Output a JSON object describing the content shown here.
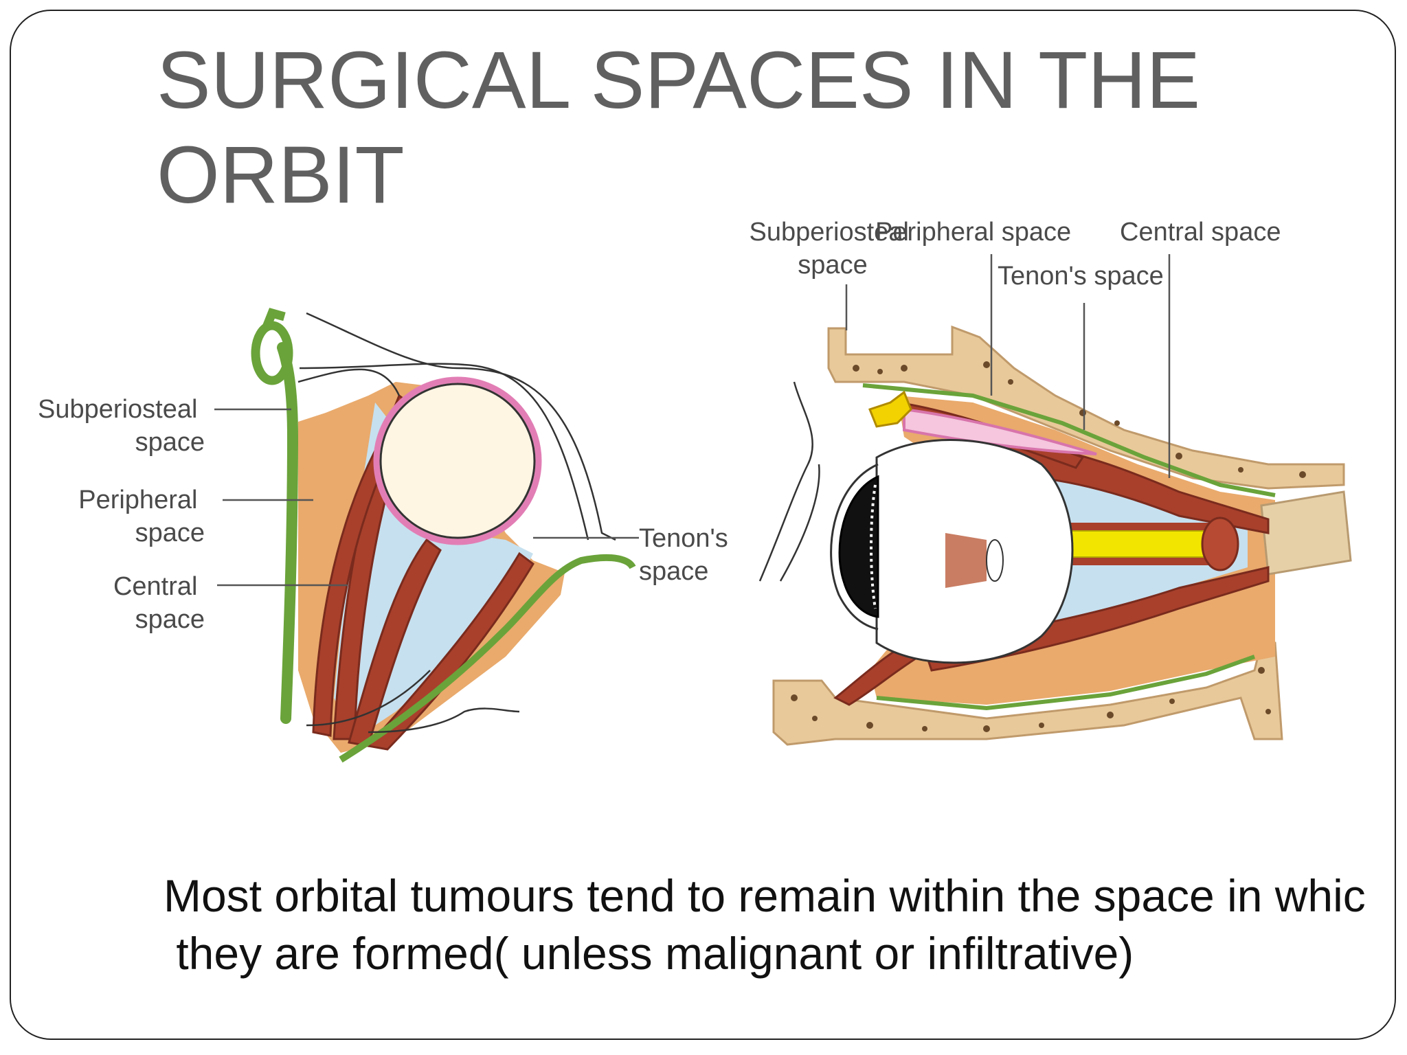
{
  "slide": {
    "title_lines": [
      "SURGICAL SPACES IN THE",
      "ORBIT"
    ],
    "caption_lines": [
      "Most orbital tumours tend to remain within the space in whic",
      " they are formed( unless malignant or infiltrative)"
    ]
  },
  "left_diagram": {
    "labels": {
      "subperiosteal": [
        "Subperiosteal",
        "space"
      ],
      "peripheral": [
        "Peripheral",
        "space"
      ],
      "central": [
        "Central",
        "space"
      ],
      "tenon": [
        "Tenon's",
        "space"
      ]
    }
  },
  "right_diagram": {
    "labels": {
      "subperiosteal": [
        "Subperiosteal",
        "space"
      ],
      "peripheral": "Peripheral space",
      "central": "Central space",
      "tenon": "Tenon's space"
    }
  },
  "colors": {
    "title": "#606060",
    "label": "#4a4a4a",
    "bone": "#e8c99a",
    "periosteum": "#6aa33a",
    "fat": "#e9aa6c",
    "muscle": "#a8402c",
    "cone": "#c6e0ef",
    "nerve": "#f2e600"
  }
}
